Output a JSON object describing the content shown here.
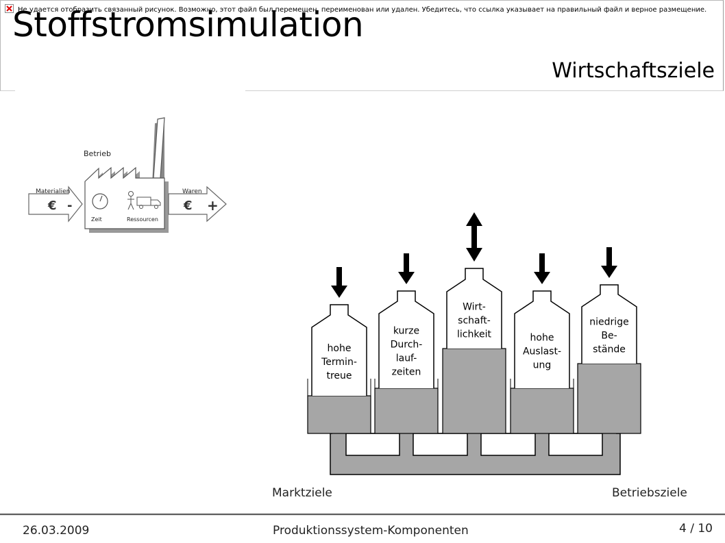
{
  "broken_image": {
    "message": "Не удается отобразить связанный рисунок. Возможно, этот файл был перемещен, переименован или удален. Убедитесь, что ссылка указывает на правильный файл и верное размещение."
  },
  "slide": {
    "title": "Stoffstromsimulation",
    "subtitle": "Wirtschaftsziele"
  },
  "factory_diagram": {
    "label_company": "Betrieb",
    "label_input": "Materialien",
    "label_output": "Waren",
    "input_symbol": "€",
    "input_sign": "-",
    "output_symbol": "€",
    "output_sign": "+",
    "label_time": "Zeit",
    "label_resources": "Ressourcen"
  },
  "goals_diagram": {
    "columns": [
      {
        "lines": [
          "hohe",
          "Termin-",
          "treue"
        ],
        "arrow": "down",
        "fill_level": 0.32
      },
      {
        "lines": [
          "kurze",
          "Durch-",
          "lauf-",
          "zeiten"
        ],
        "arrow": "down",
        "fill_level": 0.34
      },
      {
        "lines": [
          "Wirt-",
          "schaft-",
          "lichkeit"
        ],
        "arrow": "both",
        "fill_level": 0.55
      },
      {
        "lines": [
          "hohe",
          "Auslast-",
          "ung"
        ],
        "arrow": "down",
        "fill_level": 0.34
      },
      {
        "lines": [
          "niedrige",
          "Be-",
          "stände"
        ],
        "arrow": "down",
        "fill_level": 0.5
      }
    ],
    "label_left": "Marktziele",
    "label_right": "Betriebsziele",
    "colors": {
      "fluid": "#a6a6a6",
      "outline": "#000000"
    }
  },
  "footer": {
    "date": "26.03.2009",
    "center": "Produktionssystem-Komponenten",
    "page": "4 / 10"
  }
}
